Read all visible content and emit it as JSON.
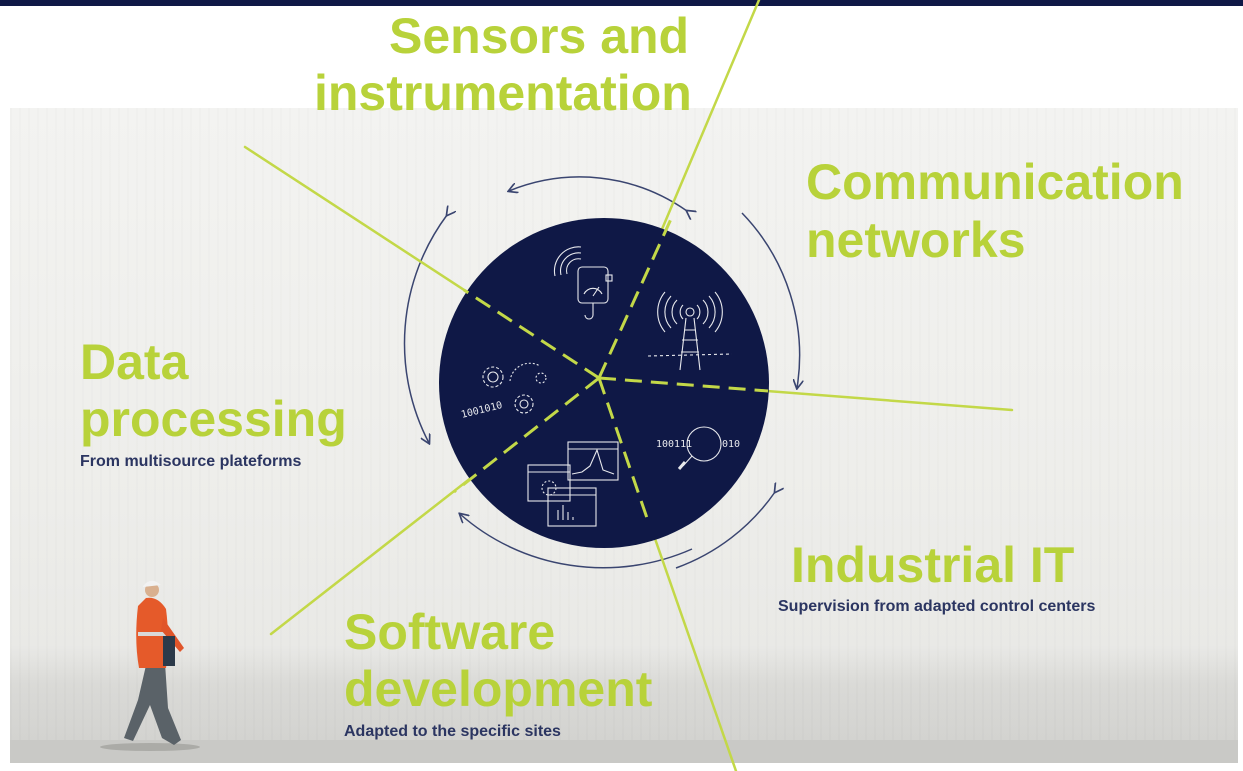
{
  "sections": {
    "sensors": {
      "title_line1": "Sensors and",
      "title_line2": "instrumentation"
    },
    "communication": {
      "title_line1": "Communication",
      "title_line2": "networks"
    },
    "data_processing": {
      "title_line1": "Data",
      "title_line2": "processing",
      "subtitle": "From multisource plateforms"
    },
    "industrial_it": {
      "title": "Industrial IT",
      "subtitle": "Supervision from adapted control centers"
    },
    "software": {
      "title_line1": "Software",
      "title_line2": "development",
      "subtitle": "Adapted to the specific sites"
    }
  },
  "icons": {
    "binary_text_left": "1001010",
    "binary_text_right_a": "100111",
    "binary_text_right_b": "010"
  },
  "colors": {
    "accent": "#b8d23a",
    "navy": "#0f1846",
    "subtitle": "#2b3561"
  }
}
